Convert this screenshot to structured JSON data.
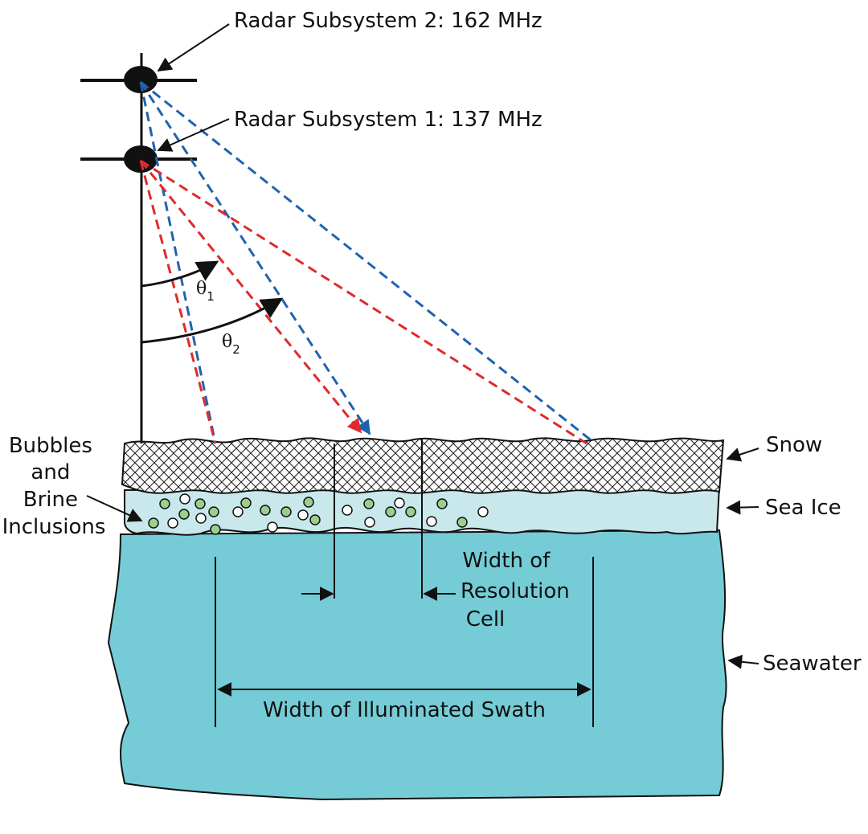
{
  "labels": {
    "radar2": "Radar Subsystem 2: 162 MHz",
    "radar1": "Radar Subsystem 1: 137 MHz",
    "theta1_symbol": "θ",
    "theta1_sub": "1",
    "theta2_symbol": "θ",
    "theta2_sub": "2",
    "inclusions": [
      "Bubbles",
      "and",
      "Brine",
      "Inclusions"
    ],
    "snow": "Snow",
    "sea_ice": "Sea Ice",
    "seawater": "Seawater",
    "resolution_cell": [
      "Width of",
      "Resolution",
      "Cell"
    ],
    "swath": "Width of Illuminated Swath"
  },
  "colors": {
    "radar1_beam": "#e02a2a",
    "radar2_beam": "#1f63b0",
    "seawater": "#75ccd6",
    "sea_ice": "#c8e8ec",
    "snow": "#ffffff",
    "bubble_white": "#ffffff",
    "brine_green": "#9bcf8c",
    "outline": "#111111"
  }
}
